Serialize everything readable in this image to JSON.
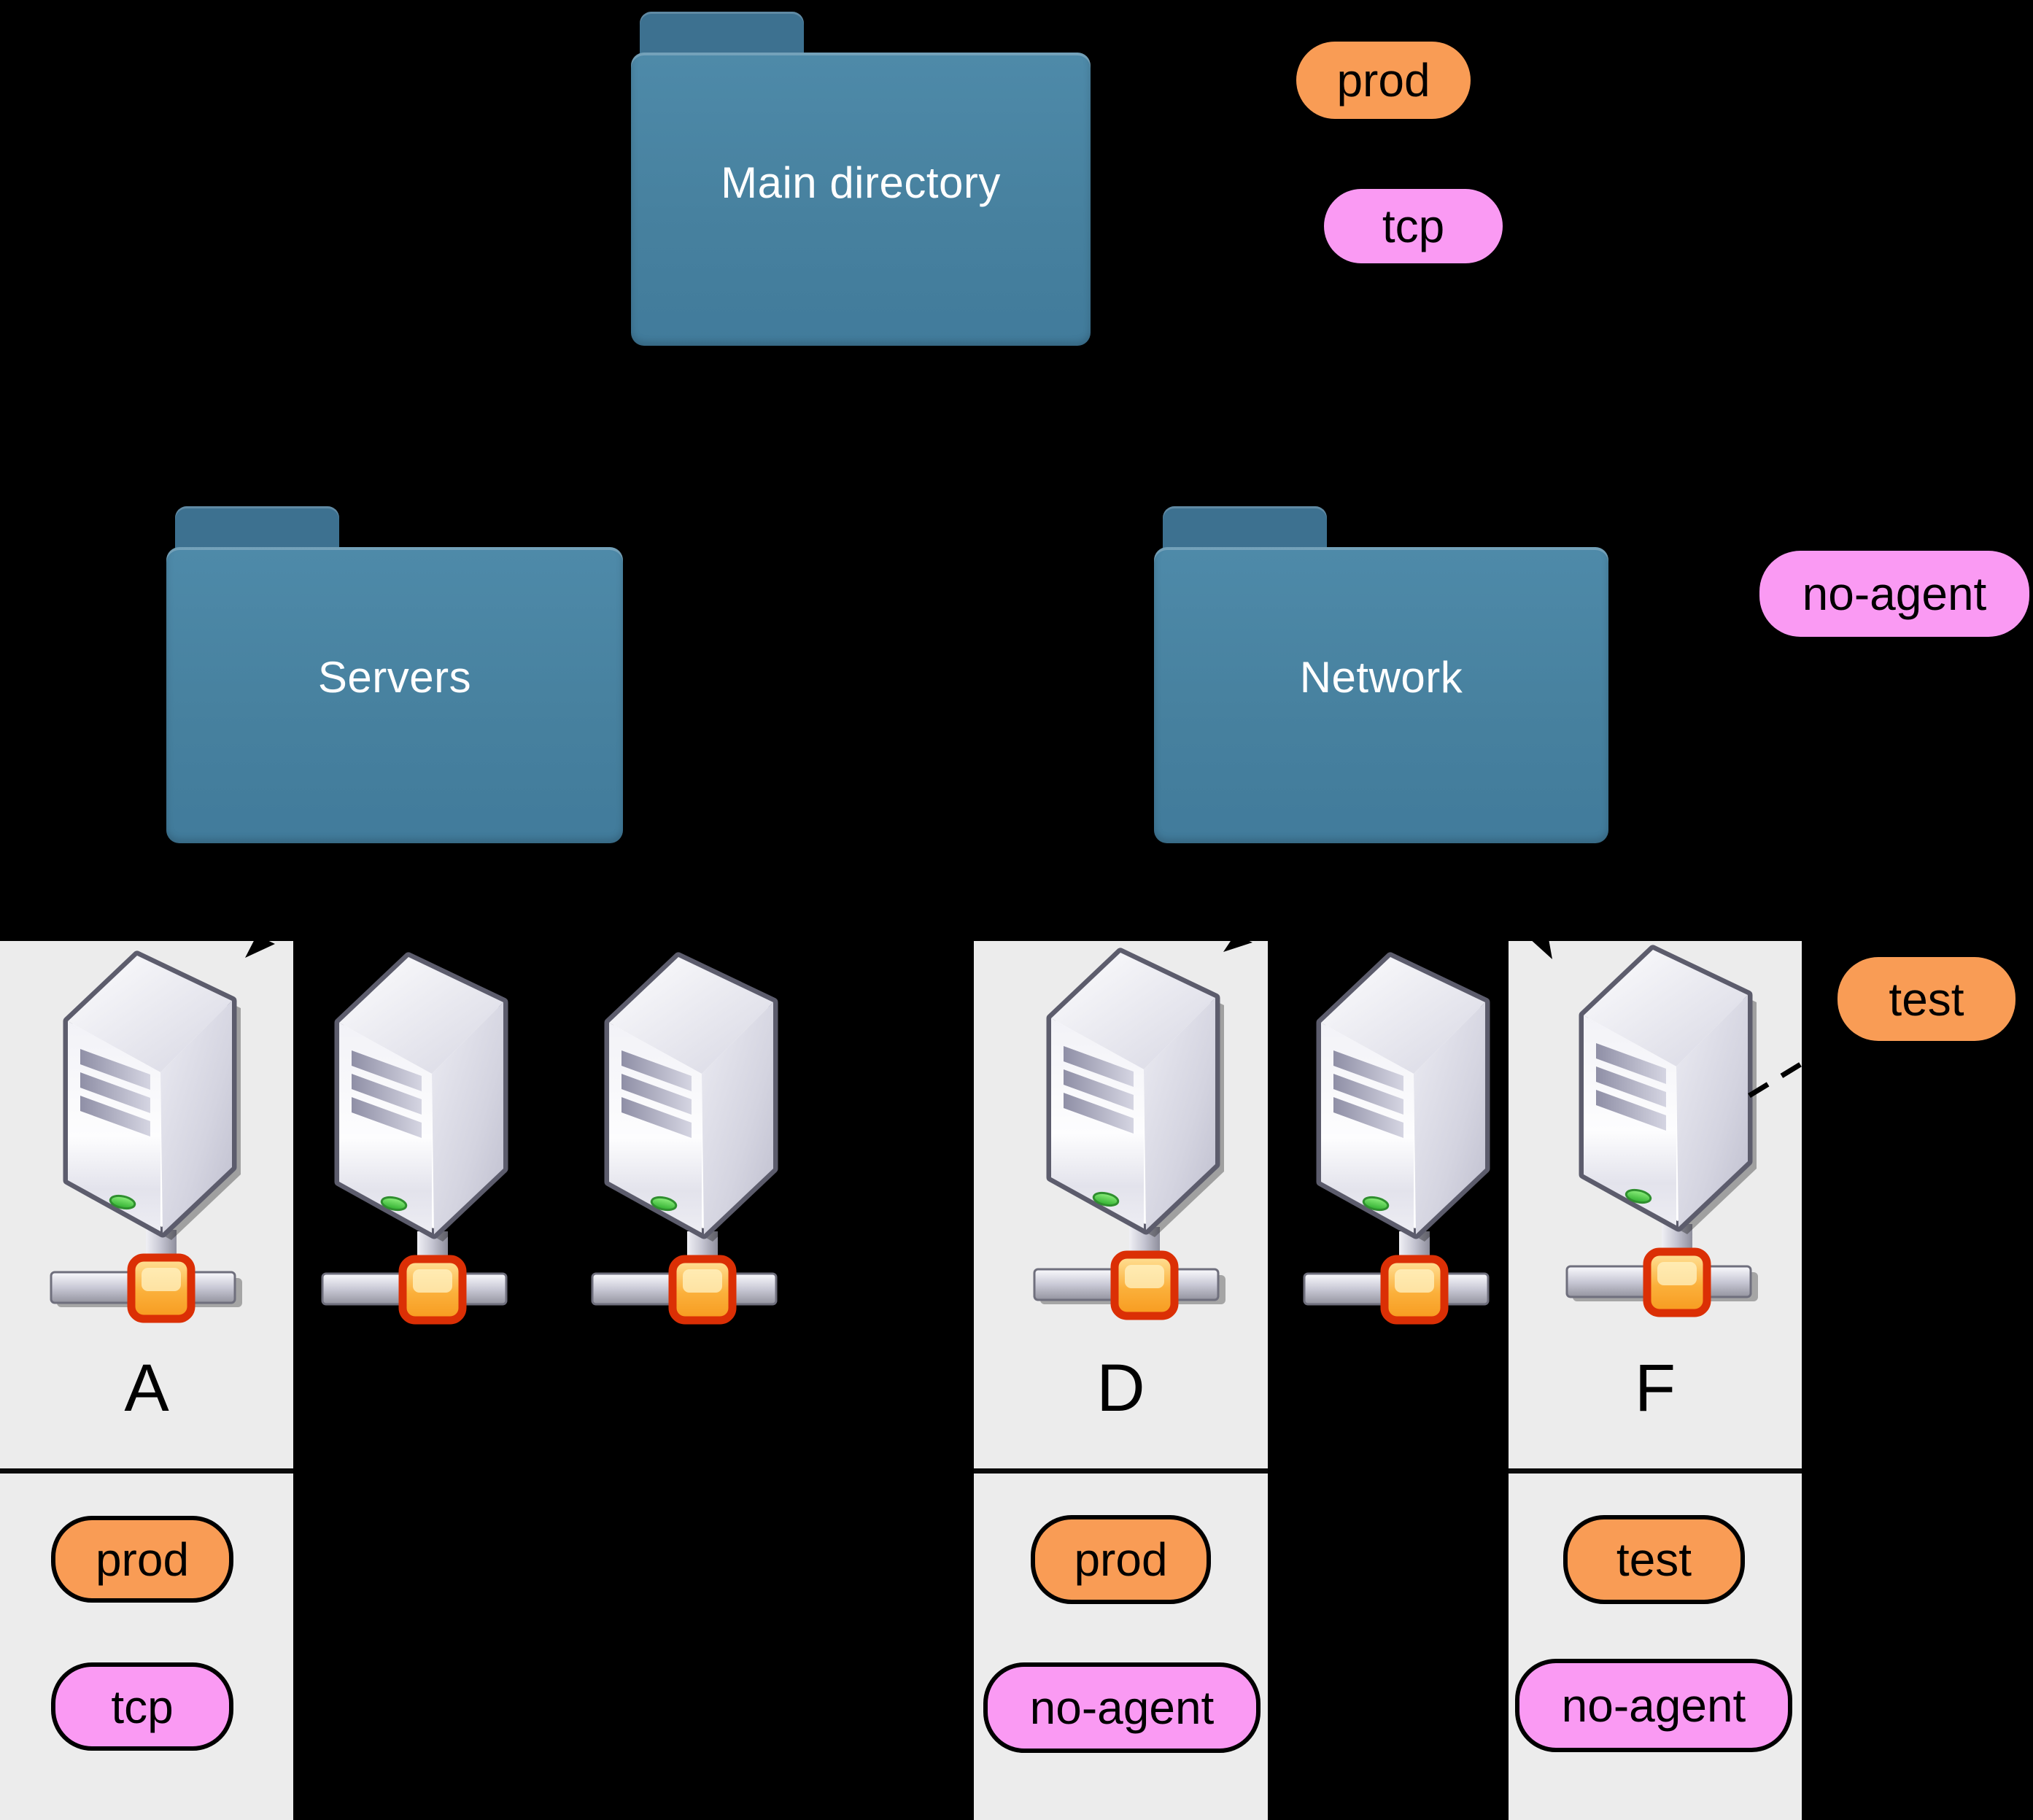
{
  "colors": {
    "background": "#000000",
    "folder_body": "#47819F",
    "folder_tab": "#3D7190",
    "column_background": "#ECECEC",
    "tag_orange": "#F99C55",
    "tag_pink": "#FA9AF3",
    "tag_text": "#000000",
    "folder_text": "#FFFFFF"
  },
  "folders": {
    "main": {
      "label": "Main directory"
    },
    "servers": {
      "label": "Servers"
    },
    "network": {
      "label": "Network"
    }
  },
  "floating_tags": {
    "prod": {
      "label": "prod",
      "color": "orange"
    },
    "tcp": {
      "label": "tcp",
      "color": "pink"
    },
    "no_agent": {
      "label": "no-agent",
      "color": "pink"
    },
    "test": {
      "label": "test",
      "color": "orange"
    }
  },
  "host_groups": {
    "a": {
      "host_label": "A",
      "tags": {
        "first": {
          "label": "prod",
          "color": "orange"
        },
        "second": {
          "label": "tcp",
          "color": "pink"
        }
      }
    },
    "d": {
      "host_label": "D",
      "tags": {
        "first": {
          "label": "prod",
          "color": "orange"
        },
        "second": {
          "label": "no-agent",
          "color": "pink"
        }
      }
    },
    "f": {
      "host_label": "F",
      "tags": {
        "first": {
          "label": "test",
          "color": "orange"
        },
        "second": {
          "label": "no-agent",
          "color": "pink"
        }
      }
    }
  }
}
